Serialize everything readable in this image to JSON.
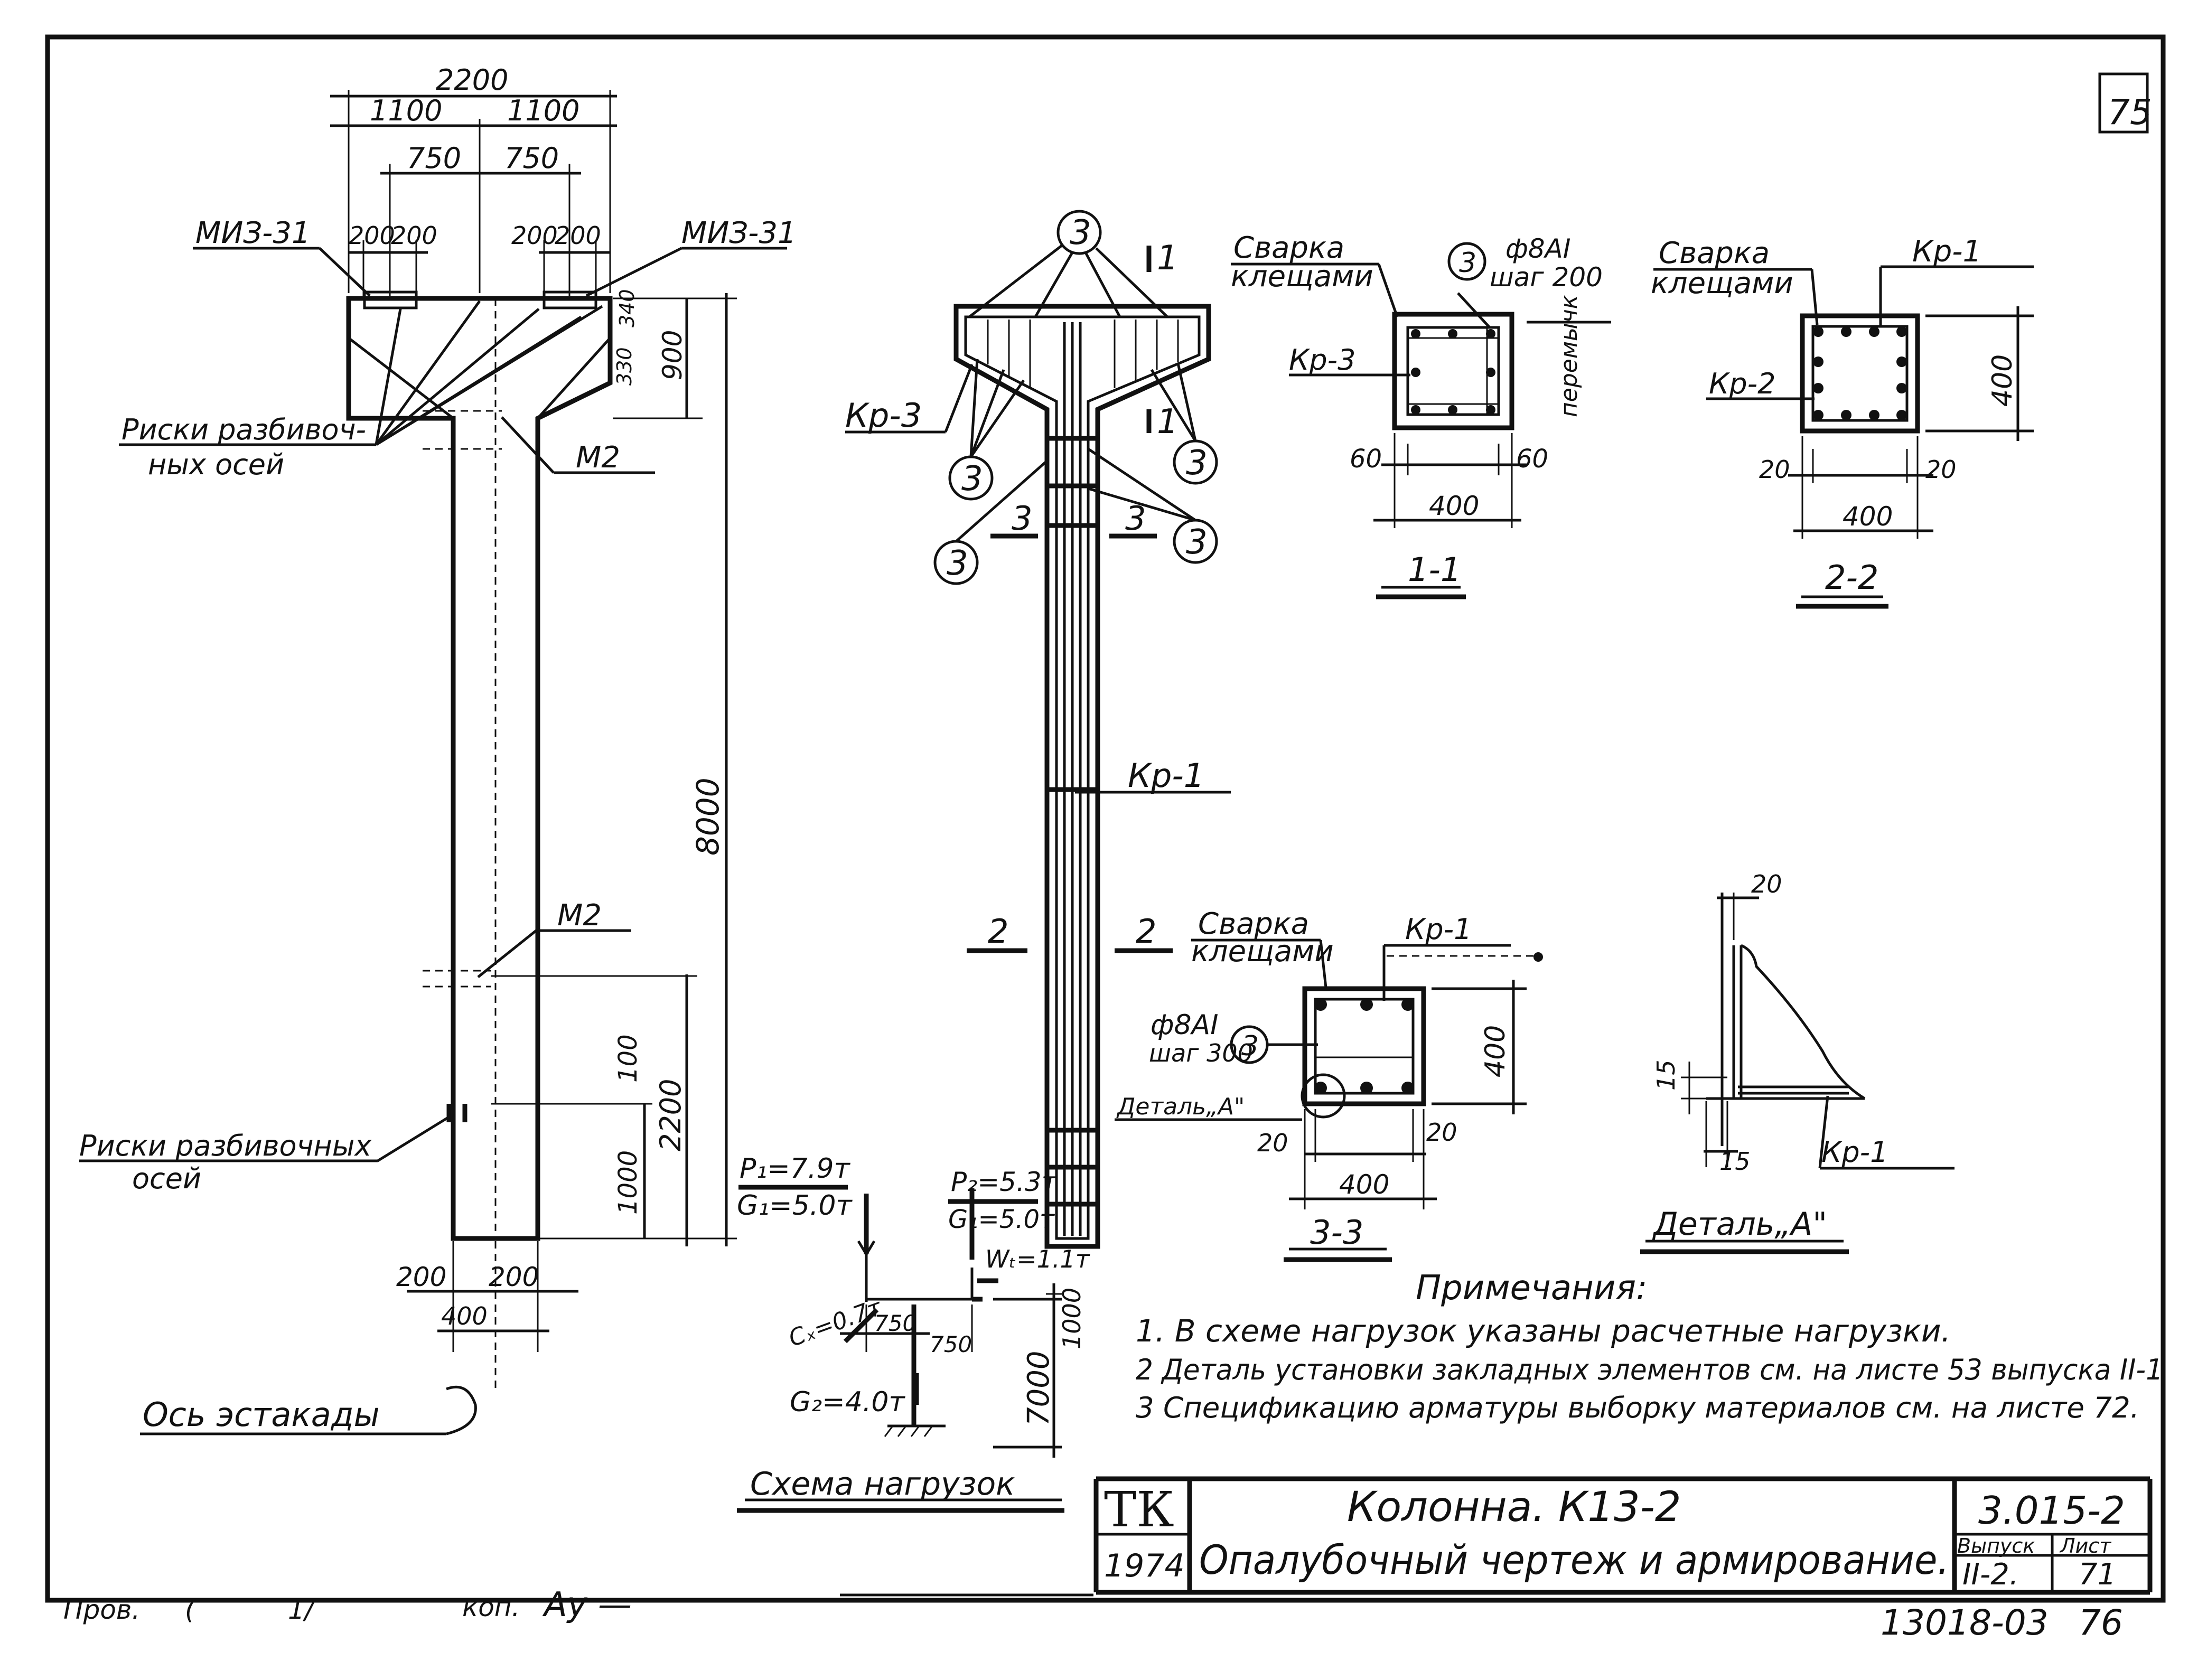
{
  "sheet": {
    "sheet_no_top": "75",
    "series_code": "3.015-2",
    "stamp_tk": "ТК",
    "stamp_year": "1974",
    "title_line1": "Колонна. К13-2",
    "title_line2": "Опалубочный чертеж и армирование.",
    "issue_label": "Выпуск",
    "issue_value": "II-2.",
    "list_label": "Лист",
    "list_value": "71",
    "archive_no": "13018-03",
    "archive_page": "76",
    "prov": "Пров.",
    "prov_sign": "(",
    "mark_11": "1/",
    "kop": "коп.",
    "kop_sign": "Ay —"
  },
  "formwork": {
    "dim_2200": "2200",
    "dim_1100_left": "1100",
    "dim_1100_right": "1100",
    "dim_750_left": "750",
    "dim_750_right": "750",
    "dim_200_a": "200",
    "dim_200_b": "200",
    "dim_200_c": "200",
    "dim_200_d": "200",
    "miz_left": "МИЗ-31",
    "miz_right": "МИЗ-31",
    "dim_340": "340",
    "dim_330": "330",
    "dim_900": "900",
    "dim_8000": "8000",
    "m2_top": "М2",
    "m2_bottom": "М2",
    "riski_top_1": "Риски разбивоч-",
    "riski_top_2": "ных осей",
    "riski_bot_1": "Риски разбивочных",
    "riski_bot_2": "осей",
    "dim_100": "100",
    "dim_1000": "1000",
    "dim_2200_v": "2200",
    "dim_200_bl": "200",
    "dim_200_br": "200",
    "dim_400": "400",
    "axis_label": "Ось эстакады"
  },
  "rebar": {
    "pos3": "3",
    "cut_1_top": "1",
    "cut_1_mid": "1",
    "cut_3_left": "3",
    "cut_3_right": "3",
    "cut_2_left": "2",
    "cut_2_right": "2",
    "kr3": "Кр-3",
    "kr1": "Кр-1",
    "svarka_1": "Сварка",
    "svarka_2": "клещами"
  },
  "section_11": {
    "svarka_1": "Сварка",
    "svarka_2": "клещами",
    "pos": "3",
    "bar_1": "ф8АI",
    "bar_2": "шаг 200",
    "kr3": "Кр-3",
    "peremych": "перемычк",
    "dim_60_l": "60",
    "dim_60_r": "60",
    "dim_400": "400",
    "label": "1-1"
  },
  "section_22": {
    "svarka_1": "Сварка",
    "svarka_2": "клещами",
    "kr1": "Кр-1",
    "kr2": "Кр-2",
    "dim_400_v": "400",
    "dim_20_l": "20",
    "dim_20_r": "20",
    "dim_400": "400",
    "label": "2-2"
  },
  "section_33": {
    "kr1": "Кр-1",
    "bar_1": "ф8АI",
    "bar_2": "шаг 300",
    "pos": "3",
    "detail": "Деталь„А\"",
    "dim_400_v": "400",
    "dim_20_l": "20",
    "dim_20_r": "20",
    "dim_400": "400",
    "label": "3-3"
  },
  "detail_a": {
    "dim_20": "20",
    "dim_15_v": "15",
    "dim_15_h": "15",
    "kr1": "Кр-1",
    "label": "Деталь„А\""
  },
  "loads": {
    "p1": "P₁=7.9т",
    "g1_left": "G₁=5.0т",
    "p2": "P₂=5.3т",
    "g1_right": "G₁=5.0т",
    "w": "Wₜ=1.1т",
    "cx": "Cₓ=0.7т",
    "dim_750_l": "750",
    "dim_750_r": "750",
    "g2": "G₂=4.0т",
    "dim_1000": "1000",
    "dim_7000": "7000",
    "title": "Схема нагрузок"
  },
  "notes": {
    "title": "Примечания:",
    "items": [
      "1. В схеме нагрузок указаны расчетные нагрузки.",
      "2 Деталь установки закладных элементов см. на листе 53 выпуска II-1",
      "3 Спецификацию арматуры выборку материалов см. на листе 72."
    ]
  }
}
